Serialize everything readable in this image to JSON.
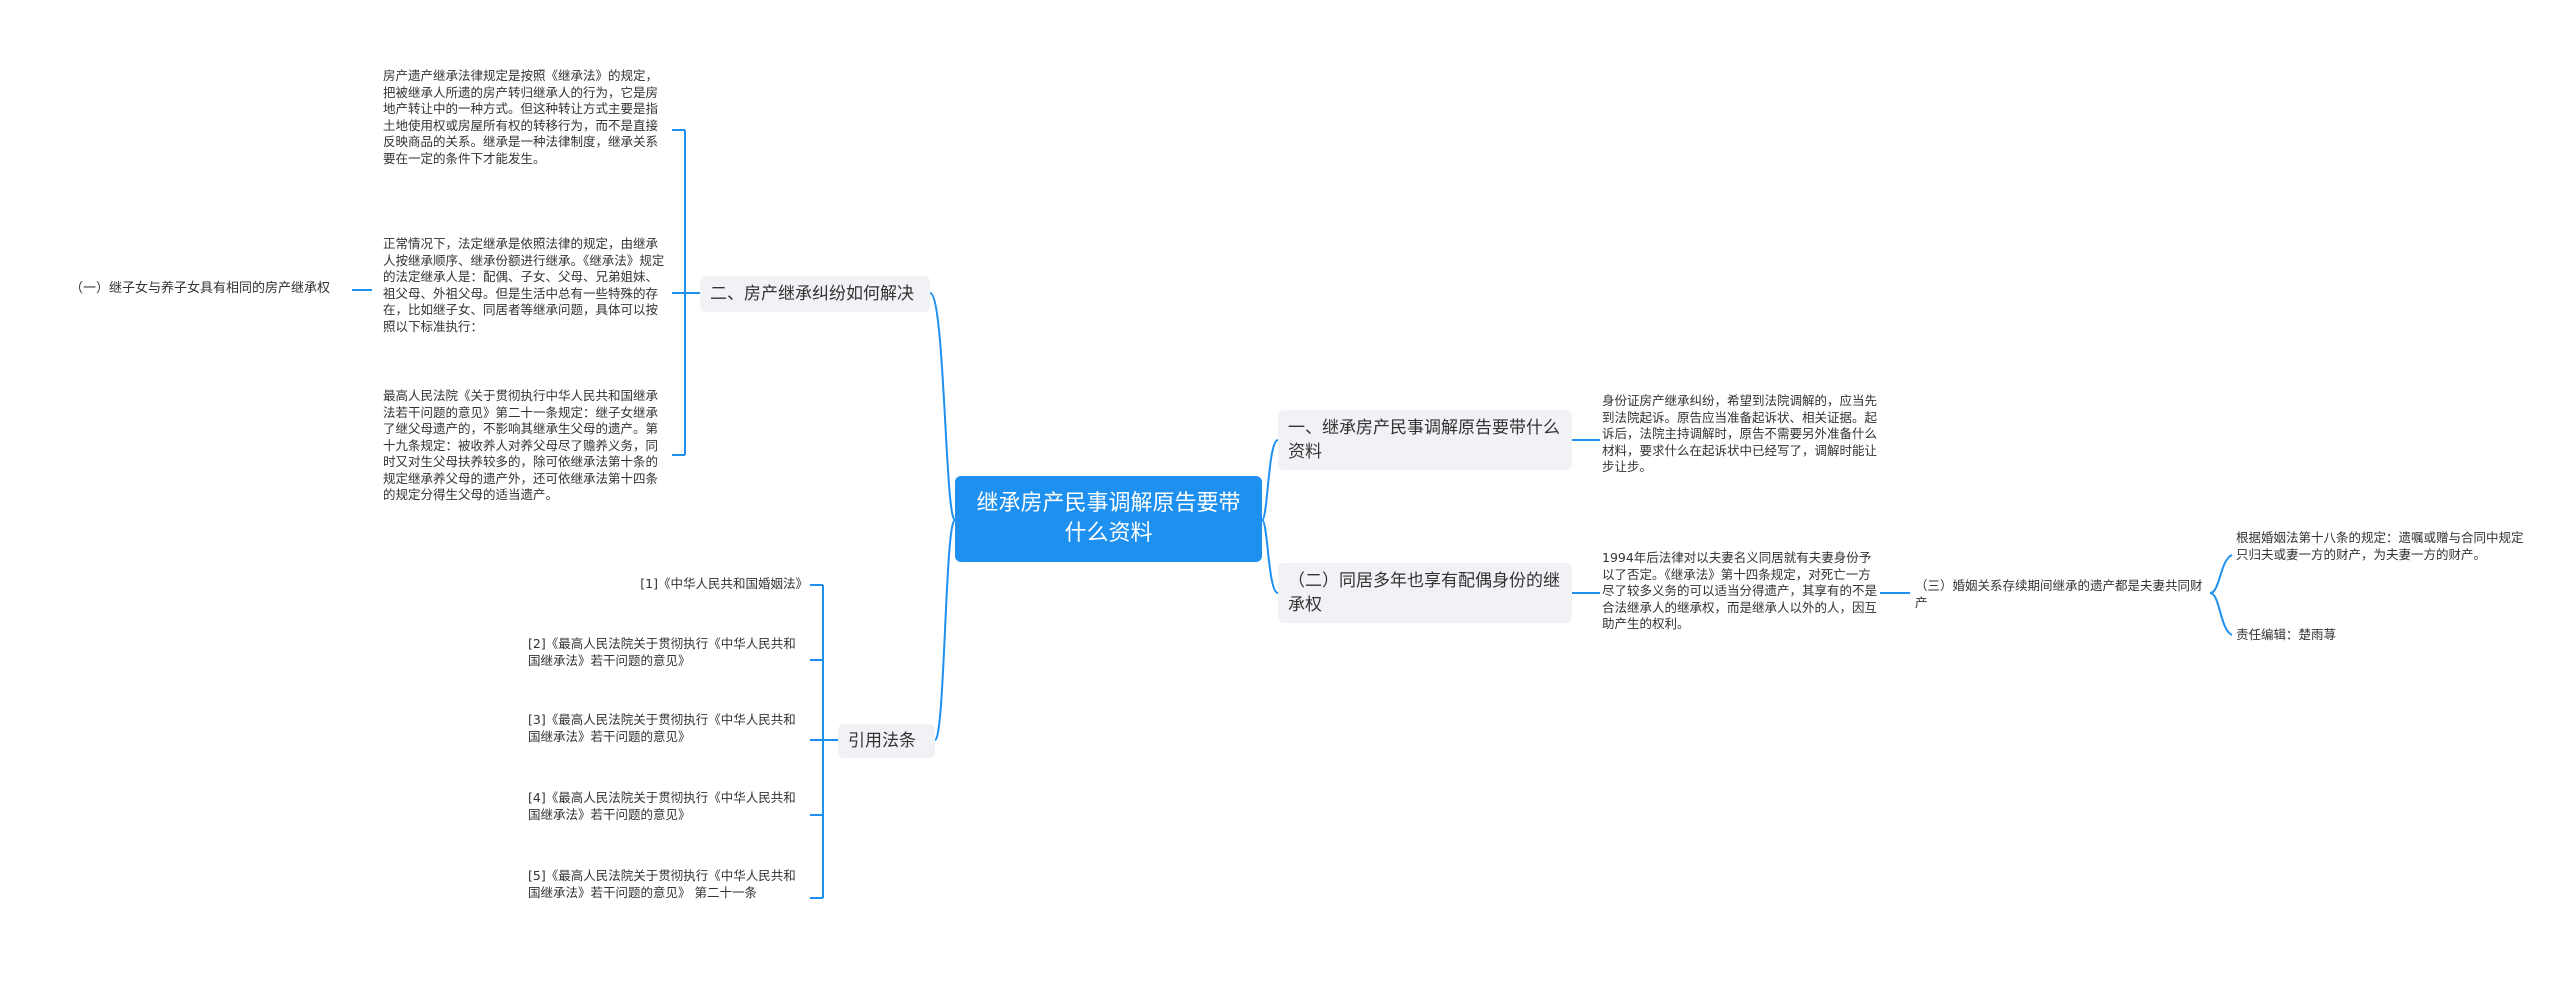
{
  "root": "继承房产民事调解原告要带什么资料",
  "branches": {
    "b1": "一、继承房产民事调解原告要带什么资料",
    "b2": "（二）同居多年也享有配偶身份的继承权",
    "b3": "二、房产继承纠纷如何解决",
    "b4": "引用法条"
  },
  "b1_detail": "身份证房产继承纠纷，希望到法院调解的，应当先到法院起诉。原告应当准备起诉状、相关证据。起诉后，法院主持调解时，原告不需要另外准备什么材料，要求什么在起诉状中已经写了，调解时能让步让步。",
  "b2_detail": "1994年后法律对以夫妻名义同居就有夫妻身份予以了否定。《继承法》第十四条规定，对死亡一方尽了较多义务的可以适当分得遗产，其享有的不是合法继承人的继承权，而是继承人以外的人，因互助产生的权利。",
  "b2_sub": "（三）婚姻关系存续期间继承的遗产都是夫妻共同财产",
  "b2_sub_children": [
    "根据婚姻法第十八条的规定：遗嘱或赠与合同中规定只归夫或妻一方的财产，为夫妻一方的财产。",
    "责任编辑：楚雨荨"
  ],
  "b3_children": [
    "房产遗产继承法律规定是按照《继承法》的规定，把被继承人所遗的房产转归继承人的行为，它是房地产转让中的一种方式。但这种转让方式主要是指土地使用权或房屋所有权的转移行为，而不是直接反映商品的关系。继承是一种法律制度，继承关系要在一定的条件下才能发生。",
    "正常情况下，法定继承是依照法律的规定，由继承人按继承顺序、继承份额进行继承。《继承法》规定的法定继承人是：配偶、子女、父母、兄弟姐妹、祖父母、外祖父母。但是生活中总有一些特殊的存在，比如继子女、同居者等继承问题，具体可以按照以下标准执行：",
    "最高人民法院《关于贯彻执行中华人民共和国继承法若干问题的意见》第二十一条规定：继子女继承了继父母遗产的，不影响其继承生父母的遗产。第十九条规定：被收养人对养父母尽了赡养义务，同时又对生父母扶养较多的，除可依继承法第十条的规定继承养父母的遗产外，还可依继承法第十四条的规定分得生父母的适当遗产。"
  ],
  "b3_left": "（一）继子女与养子女具有相同的房产继承权",
  "b4_children": [
    "[1]《中华人民共和国婚姻法》",
    "[2]《最高人民法院关于贯彻执行《中华人民共和国继承法》若干问题的意见》",
    "[3]《最高人民法院关于贯彻执行《中华人民共和国继承法》若干问题的意见》",
    "[4]《最高人民法院关于贯彻执行《中华人民共和国继承法》若干问题的意见》",
    "[5]《最高人民法院关于贯彻执行《中华人民共和国继承法》若干问题的意见》 第二十一条"
  ],
  "colors": {
    "root": "#1e90f0",
    "line": "#1e90f0",
    "branch_bg": "#f0f2f5"
  }
}
